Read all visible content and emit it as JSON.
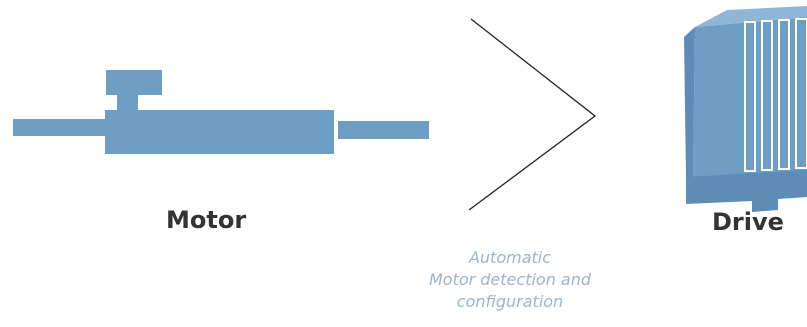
{
  "motor": {
    "label": "Motor",
    "icon": "motor-icon"
  },
  "drive": {
    "label": "Drive",
    "icon": "drive-cabinet-icon"
  },
  "connector": {
    "icon": "chevron-right-icon",
    "caption_lines": [
      "Automatic",
      "Motor detection and",
      "configuration"
    ]
  },
  "colors": {
    "accent": "#6f9ec5",
    "accent_light": "#8fb6d6",
    "accent_dark": "#4f7fa8",
    "label_text": "#333333",
    "caption_text": "#9bb6cb",
    "line": "#222222"
  }
}
